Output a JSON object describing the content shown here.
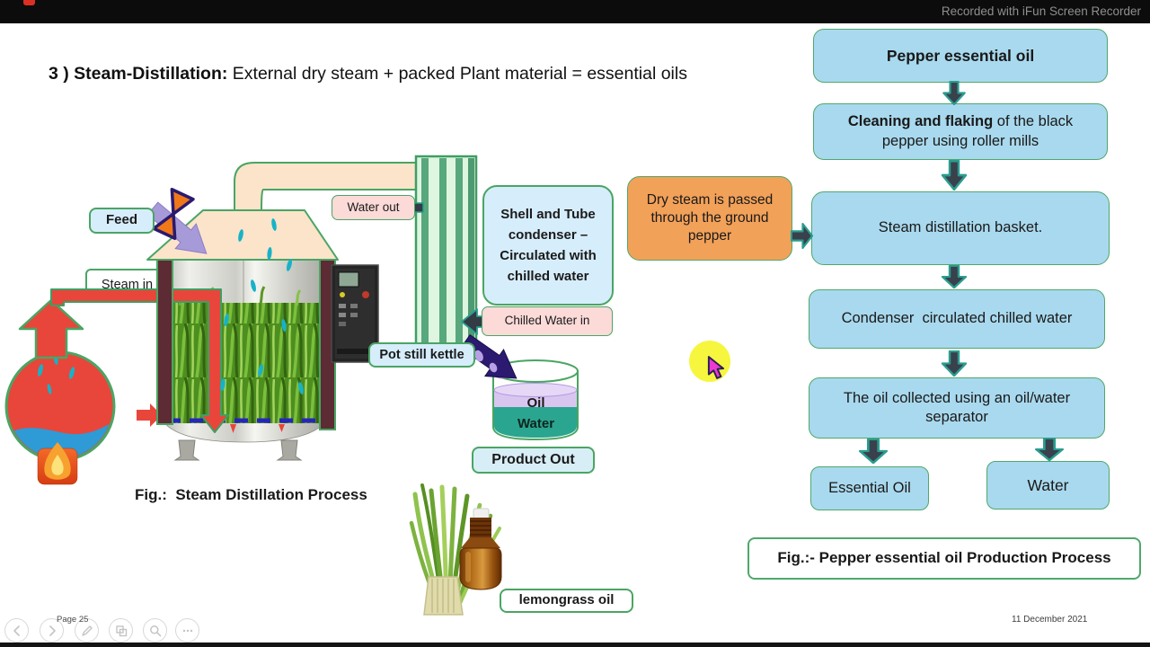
{
  "recorder": {
    "watermark": "Recorded with iFun Screen Recorder"
  },
  "slide": {
    "title_bold": "3 ) Steam-Distillation:",
    "title_rest": " External dry steam + packed Plant material = essential oils"
  },
  "diagram": {
    "feed": "Feed",
    "steam_in": "Steam in",
    "water_out": "Water out",
    "shell_tube": "Shell and Tube condenser – Circulated with chilled water",
    "chilled_water_in": "Chilled Water in",
    "pot_still": "Pot still kettle",
    "oil": "Oil",
    "water": "Water",
    "product_out": "Product Out",
    "caption": "Fig.:  Steam Distillation Process",
    "lemongrass": "lemongrass oil"
  },
  "flowchart": {
    "box1": "Pepper essential oil",
    "box2_bold": "Cleaning and flaking",
    "box2_rest": " of the black pepper using roller mills",
    "box3": "Steam distillation basket.",
    "note": "Dry steam is passed through the ground pepper",
    "box4": "Condenser  circulated chilled water",
    "box5": "The oil collected using an oil/water separator",
    "box6": "Essential Oil",
    "box7": "Water",
    "caption": "Fig.:- Pepper essential oil Production Process"
  },
  "statusbar": {
    "page": "Page 25",
    "date": "11 December 2021"
  },
  "colors": {
    "flow_box_fill": "#a9d9ee",
    "flow_border_green": "#4fa86b",
    "arrow_fill": "#39414d",
    "arrow_stroke": "#2a9d8f",
    "note_fill": "#f2a159",
    "label_blue": "#d6edfb",
    "label_pink": "#fbdad8",
    "steam_red": "#e8463a",
    "water_blue": "#2e9ad6",
    "oil_purple": "#d9c6f0",
    "separator_teal": "#2aa58f",
    "cursor_halo": "#f6f63e",
    "cursor_pink": "#ec3ad0"
  }
}
